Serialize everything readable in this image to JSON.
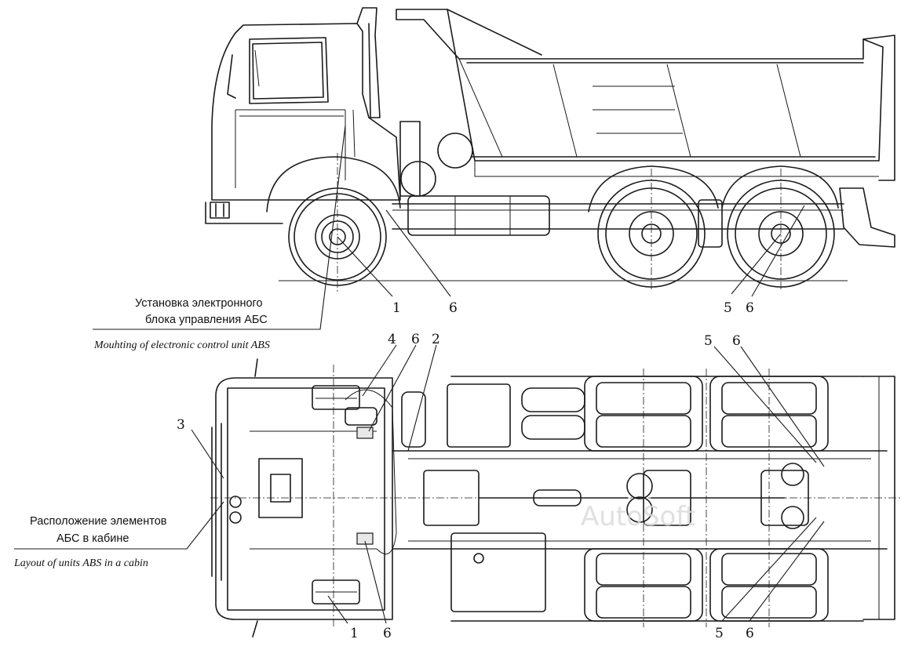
{
  "captions": {
    "ecu_mounting_ru_line1": "Установка электронного",
    "ecu_mounting_ru_line2": "блока управления АБС",
    "ecu_mounting_en": "Mouhting of electronic control unit ABS",
    "cabin_layout_ru_line1": "Расположение элементов",
    "cabin_layout_ru_line2": "АБС в кабине",
    "cabin_layout_en": "Layout of units ABS in a cabin"
  },
  "callouts": {
    "side_view": [
      "1",
      "6",
      "5",
      "6"
    ],
    "top_view_upper": [
      "4",
      "6",
      "2",
      "5",
      "6"
    ],
    "top_view_left": [
      "3"
    ],
    "top_view_lower": [
      "1",
      "6",
      "5",
      "6"
    ]
  },
  "watermark": "AutoSoft"
}
